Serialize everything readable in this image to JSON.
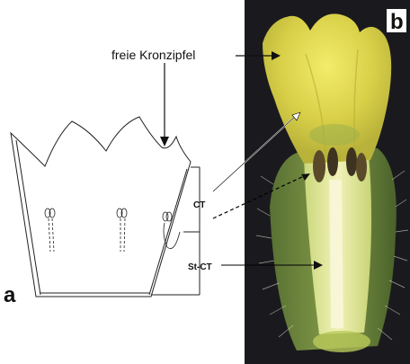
{
  "figure": {
    "label_free_lobes": "freie Kronzipfel",
    "label_ct": "CT",
    "label_st_ct": "St-CT",
    "panel_a": "a",
    "panel_b": "b"
  }
}
